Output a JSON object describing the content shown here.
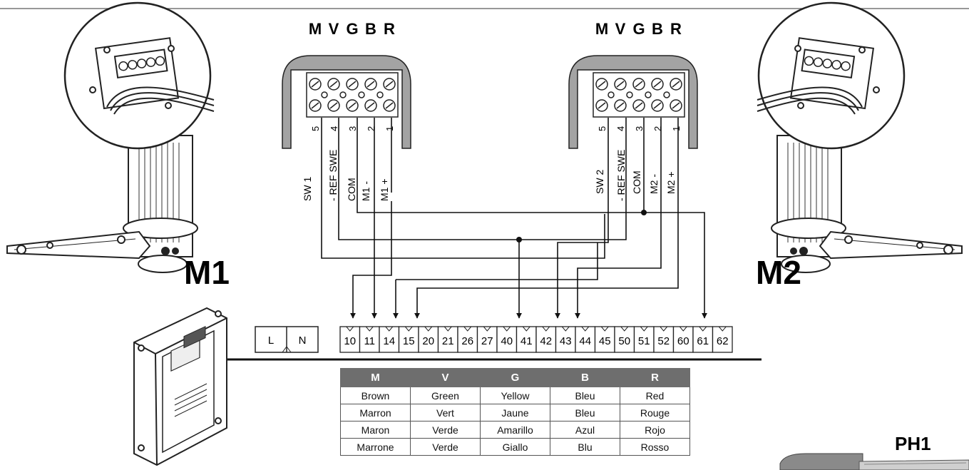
{
  "connectors": [
    {
      "id": "left",
      "letters": [
        "M",
        "V",
        "G",
        "B",
        "R"
      ],
      "pins": [
        "5",
        "4",
        "3",
        "2",
        "1"
      ],
      "signals": [
        "SW 1",
        "- REF SWE",
        "COM",
        "M1 -",
        "M1 +"
      ]
    },
    {
      "id": "right",
      "letters": [
        "M",
        "V",
        "G",
        "B",
        "R"
      ],
      "pins": [
        "5",
        "4",
        "3",
        "2",
        "1"
      ],
      "signals": [
        "SW 2",
        "- REF SWE",
        "COM",
        "M2 -",
        "M2 +"
      ]
    }
  ],
  "motors": {
    "left": "M1",
    "right": "M2"
  },
  "power_terminals": [
    "L",
    "N"
  ],
  "terminal_strip": [
    "10",
    "11",
    "14",
    "15",
    "20",
    "21",
    "26",
    "27",
    "40",
    "41",
    "42",
    "43",
    "44",
    "45",
    "50",
    "51",
    "52",
    "60",
    "61",
    "62"
  ],
  "color_table": {
    "headers": [
      "M",
      "V",
      "G",
      "B",
      "R"
    ],
    "rows": [
      [
        "Brown",
        "Green",
        "Yellow",
        "Bleu",
        "Red"
      ],
      [
        "Marron",
        "Vert",
        "Jaune",
        "Bleu",
        "Rouge"
      ],
      [
        "Maron",
        "Verde",
        "Amarillo",
        "Azul",
        "Rojo"
      ],
      [
        "Marrone",
        "Verde",
        "Giallo",
        "Blu",
        "Rosso"
      ]
    ]
  },
  "tool_label": "PH1",
  "colors": {
    "cable_gray": "#a3a3a3",
    "table_header": "#6e6e6e",
    "line": "#111111"
  }
}
